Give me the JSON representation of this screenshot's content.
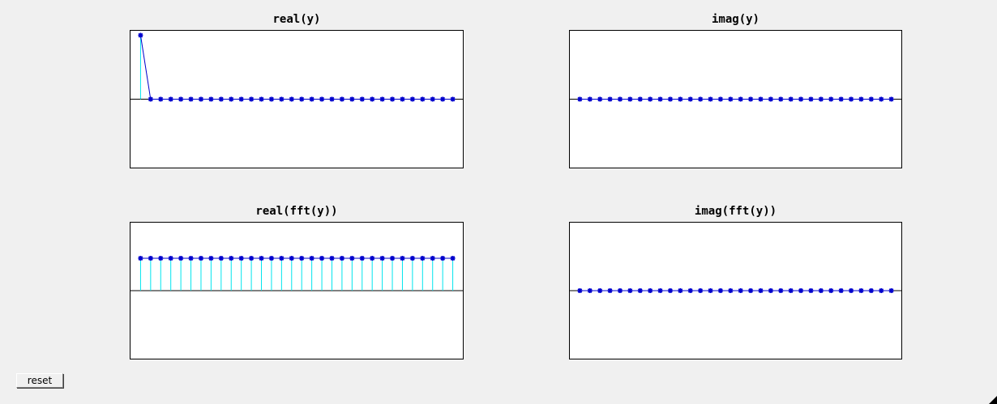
{
  "figure": {
    "reset_label": "reset"
  },
  "colors": {
    "figure_bg": "#f0f0f0",
    "axes_bg": "#ffffff",
    "stem": "#00e5ee",
    "marker": "#0000cc",
    "baseline": "#000000"
  },
  "chart_data": [
    {
      "type": "line",
      "title": "real(y)",
      "x": [
        1,
        2,
        3,
        4,
        5,
        6,
        7,
        8,
        9,
        10,
        11,
        12,
        13,
        14,
        15,
        16,
        17,
        18,
        19,
        20,
        21,
        22,
        23,
        24,
        25,
        26,
        27,
        28,
        29,
        30,
        31,
        32
      ],
      "y": [
        1,
        0,
        0,
        0,
        0,
        0,
        0,
        0,
        0,
        0,
        0,
        0,
        0,
        0,
        0,
        0,
        0,
        0,
        0,
        0,
        0,
        0,
        0,
        0,
        0,
        0,
        0,
        0,
        0,
        0,
        0,
        0
      ],
      "xlim": [
        0,
        33
      ],
      "ylim": [
        -1.07,
        1.07
      ],
      "marker": "asterisk",
      "stems": true,
      "connect": true
    },
    {
      "type": "line",
      "title": "imag(y)",
      "x": [
        1,
        2,
        3,
        4,
        5,
        6,
        7,
        8,
        9,
        10,
        11,
        12,
        13,
        14,
        15,
        16,
        17,
        18,
        19,
        20,
        21,
        22,
        23,
        24,
        25,
        26,
        27,
        28,
        29,
        30,
        31,
        32
      ],
      "y": [
        0,
        0,
        0,
        0,
        0,
        0,
        0,
        0,
        0,
        0,
        0,
        0,
        0,
        0,
        0,
        0,
        0,
        0,
        0,
        0,
        0,
        0,
        0,
        0,
        0,
        0,
        0,
        0,
        0,
        0,
        0,
        0
      ],
      "xlim": [
        0,
        33
      ],
      "ylim": [
        -1,
        1
      ],
      "marker": "asterisk",
      "stems": true,
      "connect": true
    },
    {
      "type": "line",
      "title": "real(fft(y))",
      "x": [
        1,
        2,
        3,
        4,
        5,
        6,
        7,
        8,
        9,
        10,
        11,
        12,
        13,
        14,
        15,
        16,
        17,
        18,
        19,
        20,
        21,
        22,
        23,
        24,
        25,
        26,
        27,
        28,
        29,
        30,
        31,
        32
      ],
      "y": [
        1,
        1,
        1,
        1,
        1,
        1,
        1,
        1,
        1,
        1,
        1,
        1,
        1,
        1,
        1,
        1,
        1,
        1,
        1,
        1,
        1,
        1,
        1,
        1,
        1,
        1,
        1,
        1,
        1,
        1,
        1,
        1
      ],
      "xlim": [
        0,
        33
      ],
      "ylim": [
        -2.1,
        2.1
      ],
      "marker": "asterisk",
      "stems": true,
      "connect": true
    },
    {
      "type": "line",
      "title": "imag(fft(y))",
      "x": [
        1,
        2,
        3,
        4,
        5,
        6,
        7,
        8,
        9,
        10,
        11,
        12,
        13,
        14,
        15,
        16,
        17,
        18,
        19,
        20,
        21,
        22,
        23,
        24,
        25,
        26,
        27,
        28,
        29,
        30,
        31,
        32
      ],
      "y": [
        0,
        0,
        0,
        0,
        0,
        0,
        0,
        0,
        0,
        0,
        0,
        0,
        0,
        0,
        0,
        0,
        0,
        0,
        0,
        0,
        0,
        0,
        0,
        0,
        0,
        0,
        0,
        0,
        0,
        0,
        0,
        0
      ],
      "xlim": [
        0,
        33
      ],
      "ylim": [
        -1,
        1
      ],
      "marker": "asterisk",
      "stems": true,
      "connect": true
    }
  ]
}
